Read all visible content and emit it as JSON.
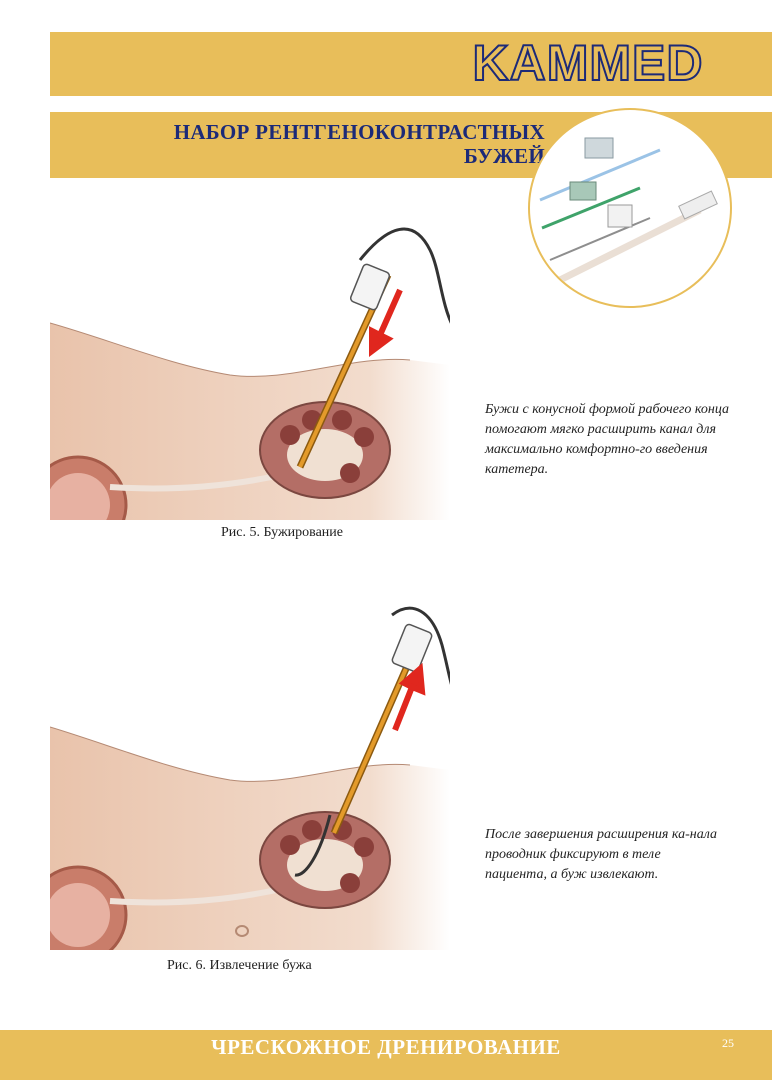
{
  "header": {
    "brand_logo": "KAMMED",
    "section_title_line1": "НАБОР РЕНТГЕНОКОНТРАСТНЫХ",
    "section_title_line2": "БУЖЕЙ"
  },
  "figures": [
    {
      "caption": "Рис. 5. Бужирование",
      "description": "Бужи с конусной формой рабочего конца помогают мягко расширить канал для максимально комфортно-го введения катетера."
    },
    {
      "caption": "Рис. 6. Извлечение бужа",
      "description": "После завершения расширения ка-нала проводник фиксируют в теле пациента, а буж извлекают."
    }
  ],
  "footer": {
    "title": "ЧРЕСКОЖНОЕ ДРЕНИРОВАНИЕ",
    "page_number": "25"
  },
  "colors": {
    "band": "#e8be5a",
    "title_blue": "#1c2a78",
    "arrow_red": "#e0271e",
    "dilator_orange": "#e39a2a"
  }
}
